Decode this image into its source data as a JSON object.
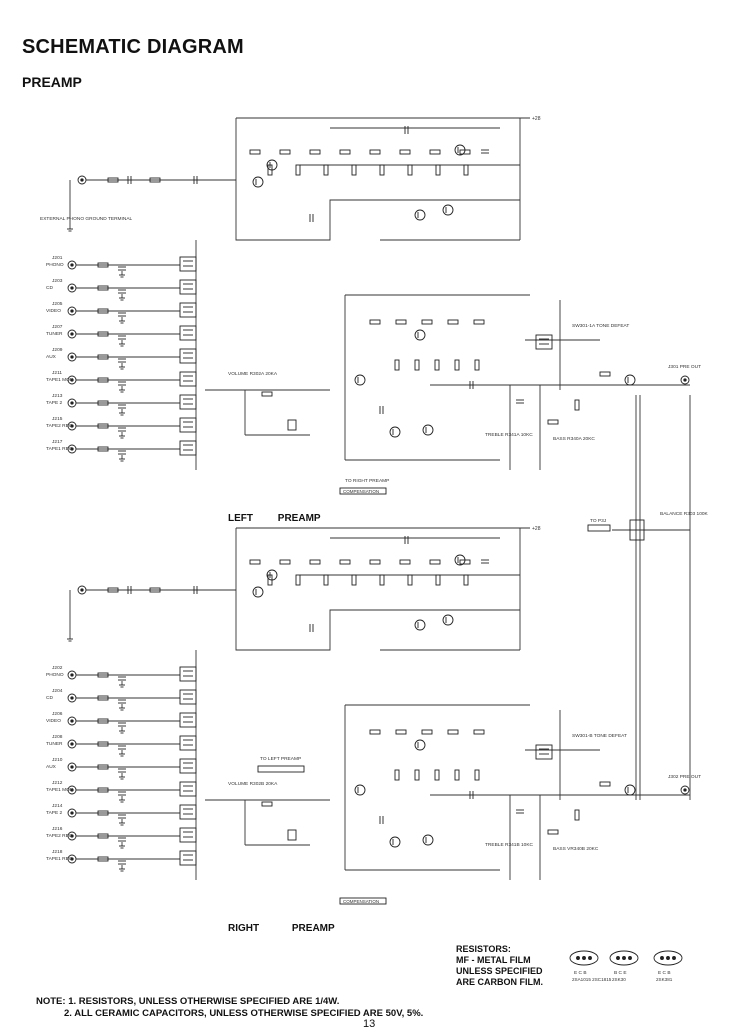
{
  "title": "SCHEMATIC DIAGRAM",
  "subtitle": "PREAMP",
  "left_label": {
    "side": "LEFT",
    "name": "PREAMP"
  },
  "right_label": {
    "side": "RIGHT",
    "name": "PREAMP"
  },
  "supply": {
    "v28": "+28",
    "v28b": "+28"
  },
  "inputs_left": [
    {
      "jack": "J201",
      "name": "PHONO"
    },
    {
      "jack": "J203",
      "name": "CD"
    },
    {
      "jack": "J205",
      "name": "VIDEO"
    },
    {
      "jack": "J207",
      "name": "TUNER"
    },
    {
      "jack": "J209",
      "name": "AUX"
    },
    {
      "jack": "J211",
      "name": "TAPE1 MON"
    },
    {
      "jack": "J213",
      "name": "TAPE 2"
    },
    {
      "jack": "J215",
      "name": "TAPE2 REC"
    },
    {
      "jack": "J217",
      "name": "TAPE1 REC"
    }
  ],
  "inputs_right": [
    {
      "jack": "J202",
      "name": "PHONO"
    },
    {
      "jack": "J204",
      "name": "CD"
    },
    {
      "jack": "J206",
      "name": "VIDEO"
    },
    {
      "jack": "J208",
      "name": "TUNER"
    },
    {
      "jack": "J210",
      "name": "AUX"
    },
    {
      "jack": "J212",
      "name": "TAPE1 MON"
    },
    {
      "jack": "J214",
      "name": "TAPE 2"
    },
    {
      "jack": "J216",
      "name": "TAPE2 REC"
    },
    {
      "jack": "J218",
      "name": "TAPE1 REC"
    }
  ],
  "ground_label": "EXTERNAL PHONO GROUND TERMINAL",
  "left_components": {
    "volume": "VOLUME R302A 20KA",
    "compensation": "COMPENSATION",
    "loudness": "TO RIGHT PREAMP",
    "tone_defeat": "SW301-1A TONE DEFEAT",
    "treble": "TREBLE R341A 10KC",
    "bass": "BASS R340A 20KC",
    "pre_out": "J301 PRE OUT",
    "to_p3": "TO P3J",
    "balance": "BALANCE R303 100K"
  },
  "right_components": {
    "volume": "VOLUME R302B 20KA",
    "compensation": "COMPENSATION",
    "to_left": "TO LEFT PREAMP",
    "tone_defeat": "SW301-B TONE DEFEAT",
    "treble": "TREBLE R341B 10KC",
    "bass": "BASS VR340B 20KC",
    "pre_out": "J302 PRE OUT"
  },
  "legend": {
    "lines": [
      "RESISTORS:",
      "MF - METAL FILM",
      "UNLESS SPECIFIED",
      "ARE CARBON FILM."
    ],
    "pins": [
      "E C B",
      "B C E",
      "E C B"
    ],
    "parts": [
      "2SA1015 2SC1815",
      "2SK30",
      "2SK381"
    ]
  },
  "notes": [
    "NOTE: 1. RESISTORS, UNLESS OTHERWISE SPECIFIED ARE 1/4W.",
    "2. ALL CERAMIC CAPACITORS, UNLESS OTHERWISE SPECIFIED ARE 50V, 5%."
  ],
  "page_number": "13"
}
